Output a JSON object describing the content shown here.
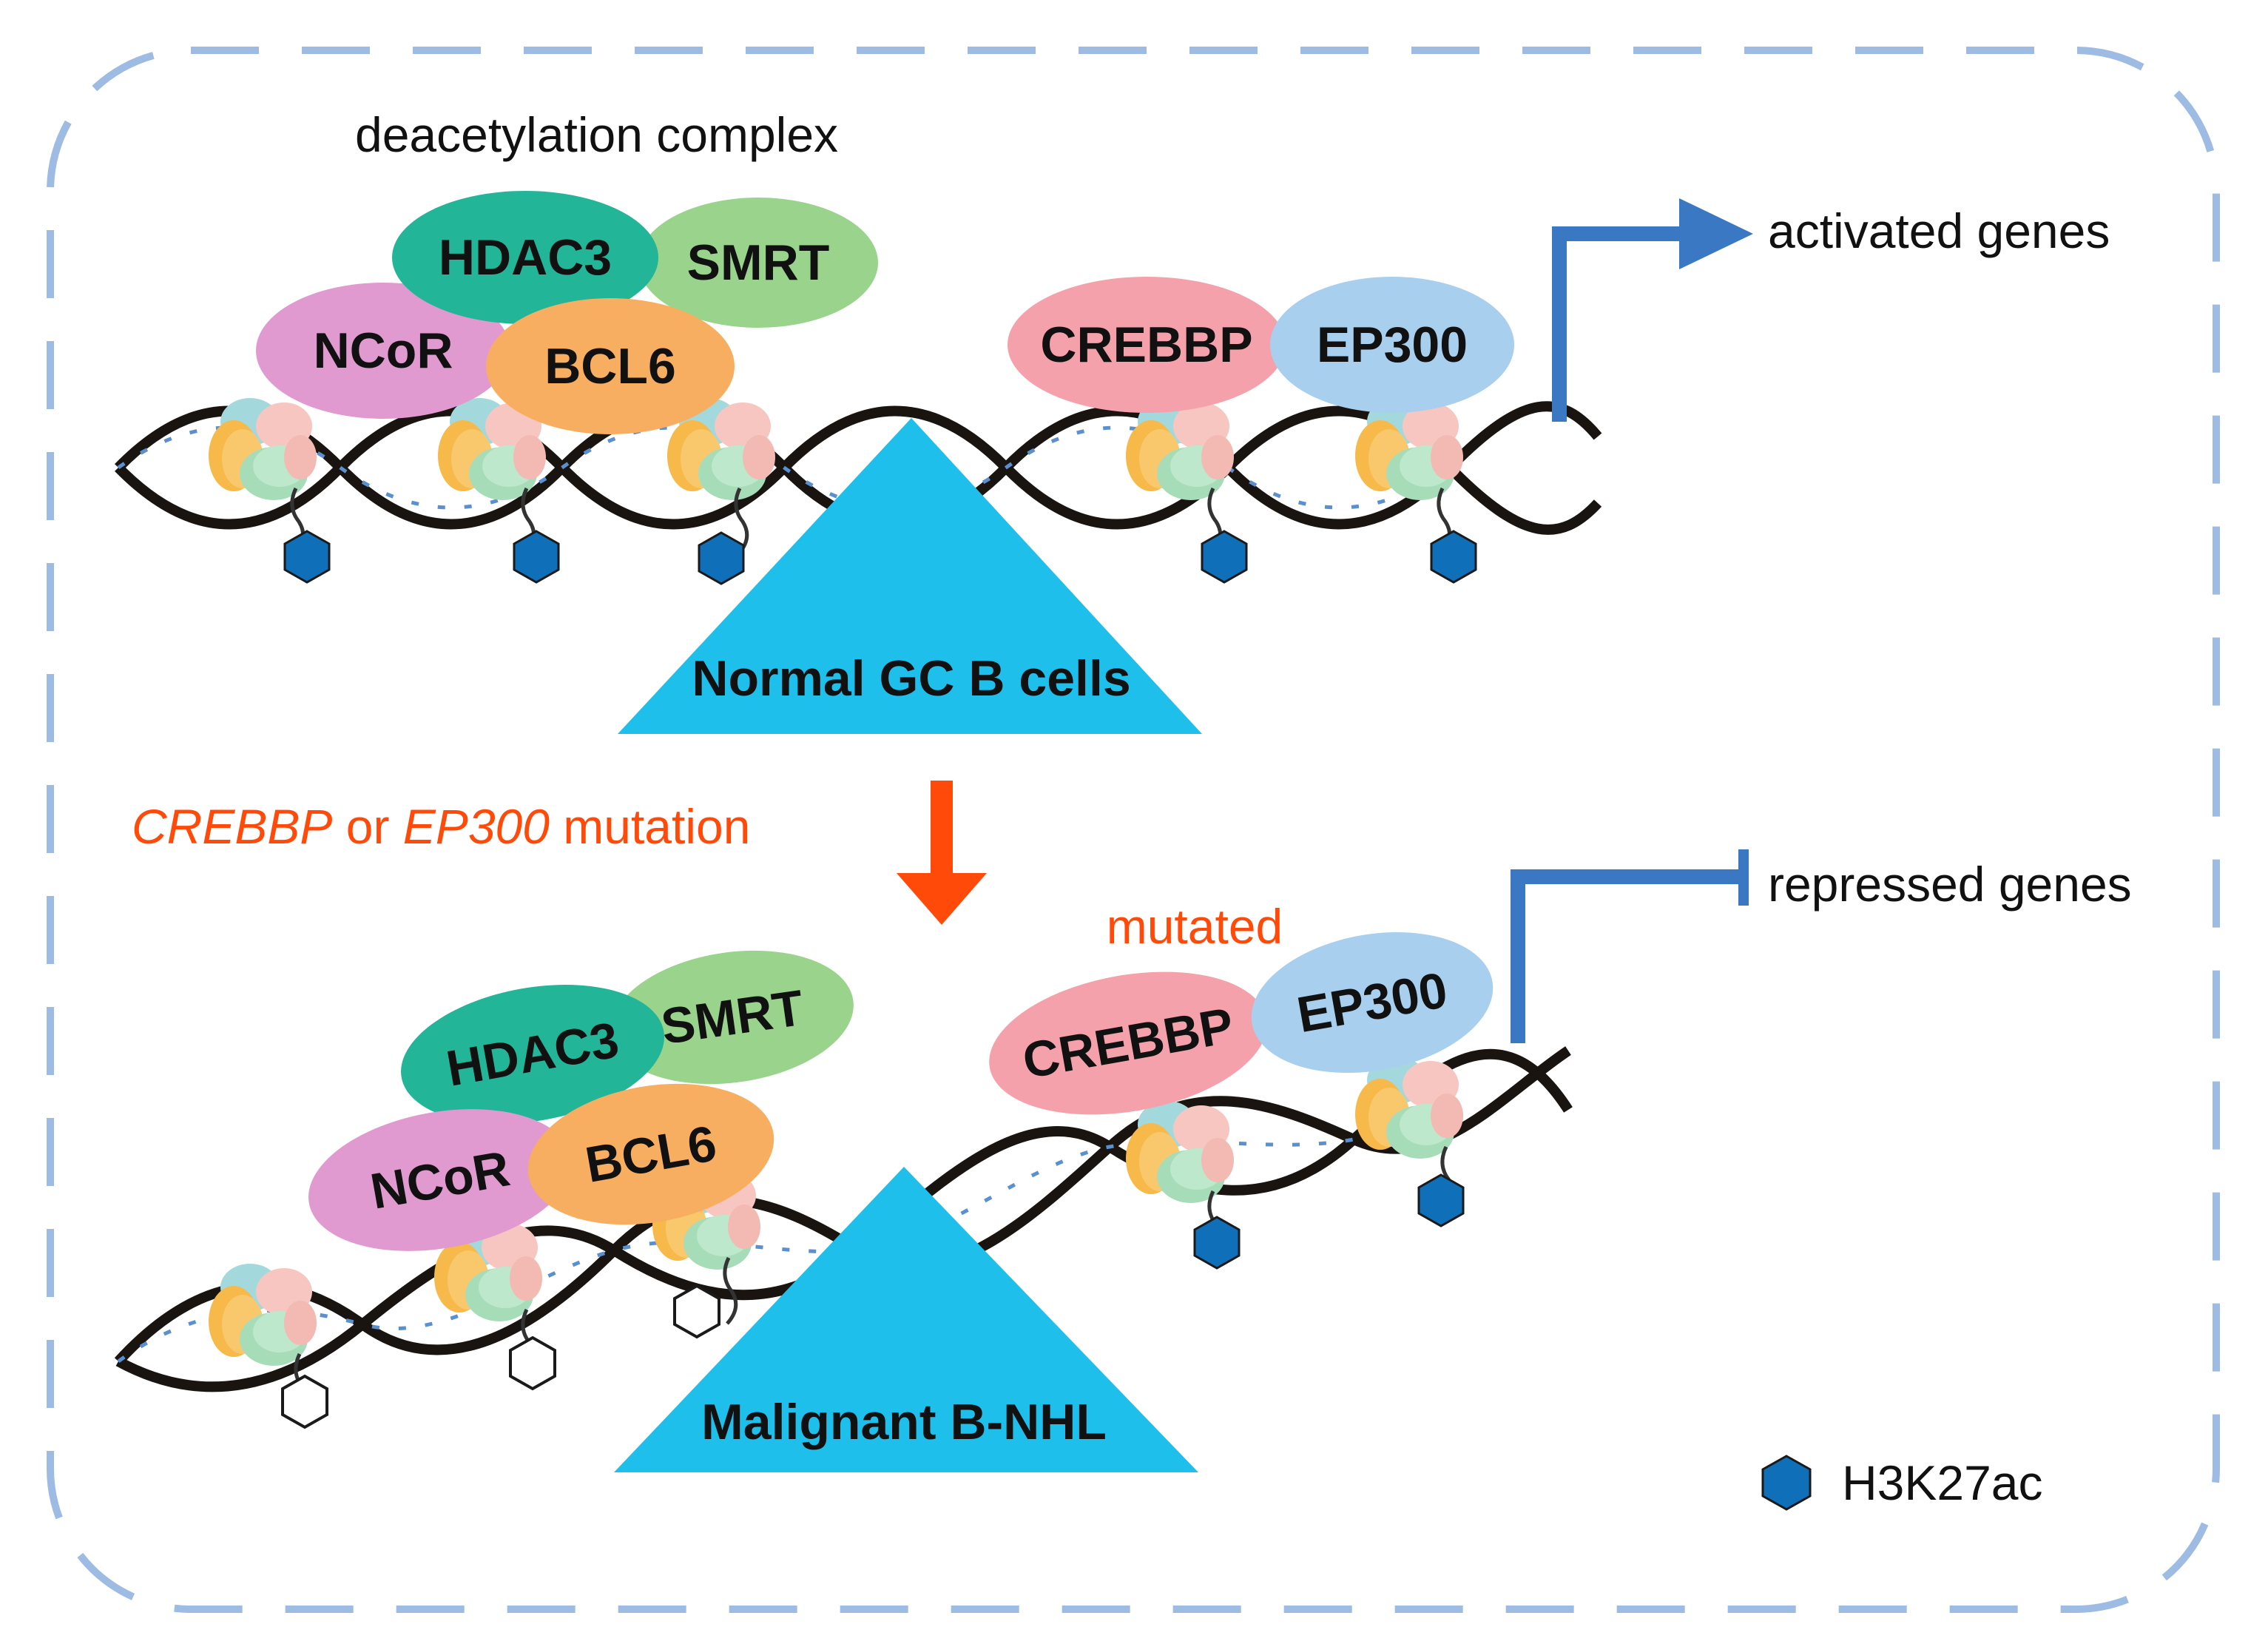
{
  "labels": {
    "deacetylation_complex": "deacetylation complex",
    "activated_genes": "activated genes",
    "repressed_genes": "repressed genes",
    "mutated": "mutated",
    "mutation_gene1": "CREBBP",
    "mutation_or": " or ",
    "mutation_gene2": "EP300",
    "mutation_suffix": " mutation",
    "legend": "H3K27ac"
  },
  "top_panel": {
    "proteins": [
      "HDAC3",
      "SMRT",
      "NCoR",
      "BCL6",
      "CREBBP",
      "EP300"
    ],
    "triangle_label": "Normal GC B cells"
  },
  "bottom_panel": {
    "proteins": [
      "HDAC3",
      "SMRT",
      "NCoR",
      "BCL6",
      "CREBBP",
      "EP300"
    ],
    "triangle_label": "Malignant B-NHL"
  },
  "colors": {
    "border": "#9dbbe3",
    "hdac3": "#23b597",
    "smrt": "#99d38c",
    "ncor": "#e19ad0",
    "bcl6": "#f8ae61",
    "crebbp": "#f4a1ab",
    "ep300": "#a9cfee",
    "triangle": "#1fbfec",
    "gene_arrow": "#3b78c4",
    "mutation_text": "#ff4a0a",
    "h3k27ac": "#0f6fb8",
    "dna": "#1a1410"
  }
}
